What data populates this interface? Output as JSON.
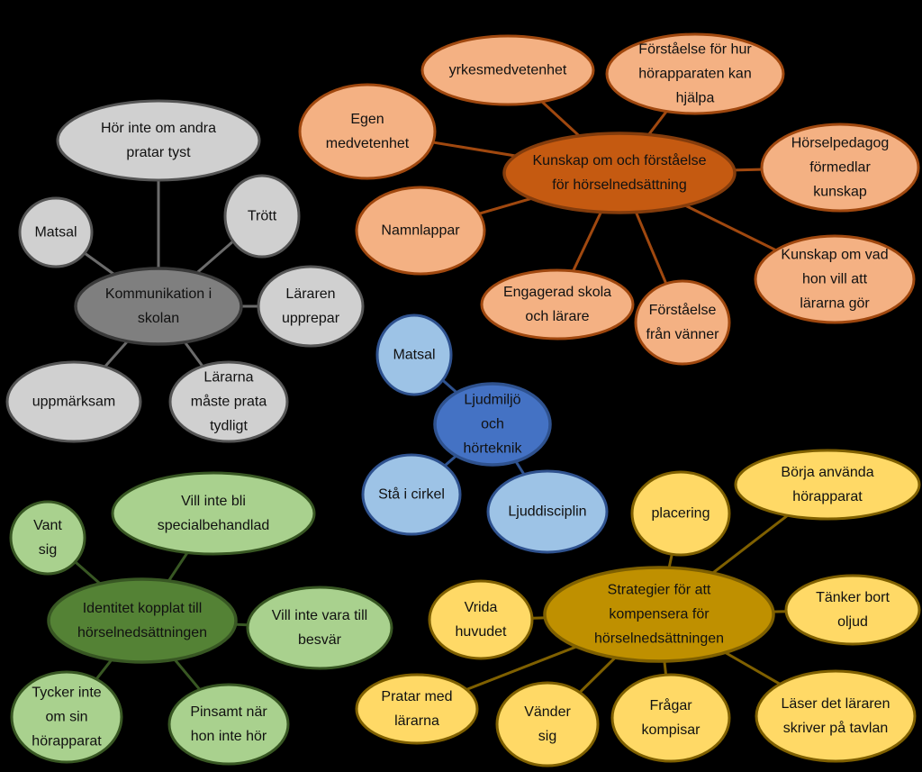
{
  "clusters": [
    {
      "id": "kommunikation",
      "center": {
        "label": "Kommunikation i skolan",
        "lines": [
          "Kommunikation i",
          "skolan"
        ]
      },
      "colors": {
        "center_fill": "#7f7f7f",
        "center_stroke": "#3a3a3a",
        "leaf_fill": "#d0d0d0",
        "leaf_stroke": "#555555",
        "line": "#6b6b6b"
      },
      "leaves": [
        {
          "label": "Hör inte om andra pratar tyst",
          "lines": [
            "Hör inte om andra",
            "pratar tyst"
          ]
        },
        {
          "label": "Matsal",
          "lines": [
            "Matsal"
          ]
        },
        {
          "label": "Trött",
          "lines": [
            "Trött"
          ]
        },
        {
          "label": "Läraren upprepar",
          "lines": [
            "Läraren",
            "upprepar"
          ]
        },
        {
          "label": "uppmärksam",
          "lines": [
            "uppmärksam"
          ]
        },
        {
          "label": "Lärarna måste prata tydligt",
          "lines": [
            "Lärarna",
            "måste prata",
            "tydligt"
          ]
        }
      ]
    },
    {
      "id": "kunskap",
      "center": {
        "label": "Kunskap om och förståelse för hörselnedsättning",
        "lines": [
          "Kunskap om och förståelse",
          "för hörselnedsättning"
        ]
      },
      "colors": {
        "center_fill": "#c55a11",
        "center_stroke": "#843c0c",
        "leaf_fill": "#f4b183",
        "leaf_stroke": "#a0480f",
        "line": "#a0480f"
      },
      "leaves": [
        {
          "label": "yrkesmedvetenhet",
          "lines": [
            "yrkesmedvetenhet"
          ]
        },
        {
          "label": "Förståelse för hur hörapparaten kan hjälpa",
          "lines": [
            "Förståelse för hur",
            "hörapparaten kan",
            "hjälpa"
          ]
        },
        {
          "label": "Egen medvetenhet",
          "lines": [
            "Egen",
            "medvetenhet"
          ]
        },
        {
          "label": "Hörselpedagog förmedlar kunskap",
          "lines": [
            "Hörselpedagog",
            "förmedlar",
            "kunskap"
          ]
        },
        {
          "label": "Namnlappar",
          "lines": [
            "Namnlappar"
          ]
        },
        {
          "label": "Kunskap om vad hon vill att lärarna gör",
          "lines": [
            "Kunskap om vad",
            "hon vill att",
            "lärarna gör"
          ]
        },
        {
          "label": "Engagerad skola och lärare",
          "lines": [
            "Engagerad skola",
            "och lärare"
          ]
        },
        {
          "label": "Förståelse från vänner",
          "lines": [
            "Förståelse",
            "från vänner"
          ]
        }
      ]
    },
    {
      "id": "ljudmiljo",
      "center": {
        "label": "Ljudmiljö och hörteknik",
        "lines": [
          "Ljudmiljö",
          "och",
          "hörteknik"
        ]
      },
      "colors": {
        "center_fill": "#4472c4",
        "center_stroke": "#2f528f",
        "leaf_fill": "#9dc3e6",
        "leaf_stroke": "#2f528f",
        "line": "#2f528f"
      },
      "leaves": [
        {
          "label": "Matsal",
          "lines": [
            "Matsal"
          ]
        },
        {
          "label": "Stå i cirkel",
          "lines": [
            "Stå i cirkel"
          ]
        },
        {
          "label": "Ljuddisciplin",
          "lines": [
            "Ljuddisciplin"
          ]
        }
      ]
    },
    {
      "id": "identitet",
      "center": {
        "label": "Identitet kopplat till hörselnedsättningen",
        "lines": [
          "Identitet kopplat till",
          "hörselnedsättningen"
        ]
      },
      "colors": {
        "center_fill": "#548235",
        "center_stroke": "#385723",
        "leaf_fill": "#a9d18e",
        "leaf_stroke": "#385723",
        "line": "#385723"
      },
      "leaves": [
        {
          "label": "Vant sig",
          "lines": [
            "Vant",
            "sig"
          ]
        },
        {
          "label": "Vill inte bli specialbehandlad",
          "lines": [
            "Vill inte bli",
            "specialbehandlad"
          ]
        },
        {
          "label": "Vill inte vara till besvär",
          "lines": [
            "Vill inte vara till",
            "besvär"
          ]
        },
        {
          "label": "Tycker inte om sin hörapparat",
          "lines": [
            "Tycker inte",
            "om sin",
            "hörapparat"
          ]
        },
        {
          "label": "Pinsamt när hon inte hör",
          "lines": [
            "Pinsamt när",
            "hon inte hör"
          ]
        }
      ]
    },
    {
      "id": "strategier",
      "center": {
        "label": "Strategier för att kompensera för hörselnedsättningen",
        "lines": [
          "Strategier för att",
          "kompensera för",
          "hörselnedsättningen"
        ]
      },
      "colors": {
        "center_fill": "#bf9000",
        "center_stroke": "#7f6000",
        "leaf_fill": "#ffd966",
        "leaf_stroke": "#7f6000",
        "line": "#7f6000"
      },
      "leaves": [
        {
          "label": "placering",
          "lines": [
            "placering"
          ]
        },
        {
          "label": "Börja använda hörapparat",
          "lines": [
            "Börja använda",
            "hörapparat"
          ]
        },
        {
          "label": "Vrida huvudet",
          "lines": [
            "Vrida",
            "huvudet"
          ]
        },
        {
          "label": "Tänker bort oljud",
          "lines": [
            "Tänker bort",
            "oljud"
          ]
        },
        {
          "label": "Pratar med lärarna",
          "lines": [
            "Pratar med",
            "lärarna"
          ]
        },
        {
          "label": "Vänder sig",
          "lines": [
            "Vänder",
            "sig"
          ]
        },
        {
          "label": "Frågar kompisar",
          "lines": [
            "Frågar",
            "kompisar"
          ]
        },
        {
          "label": "Läser det läraren skriver på tavlan",
          "lines": [
            "Läser det läraren",
            "skriver på tavlan"
          ]
        }
      ]
    }
  ]
}
